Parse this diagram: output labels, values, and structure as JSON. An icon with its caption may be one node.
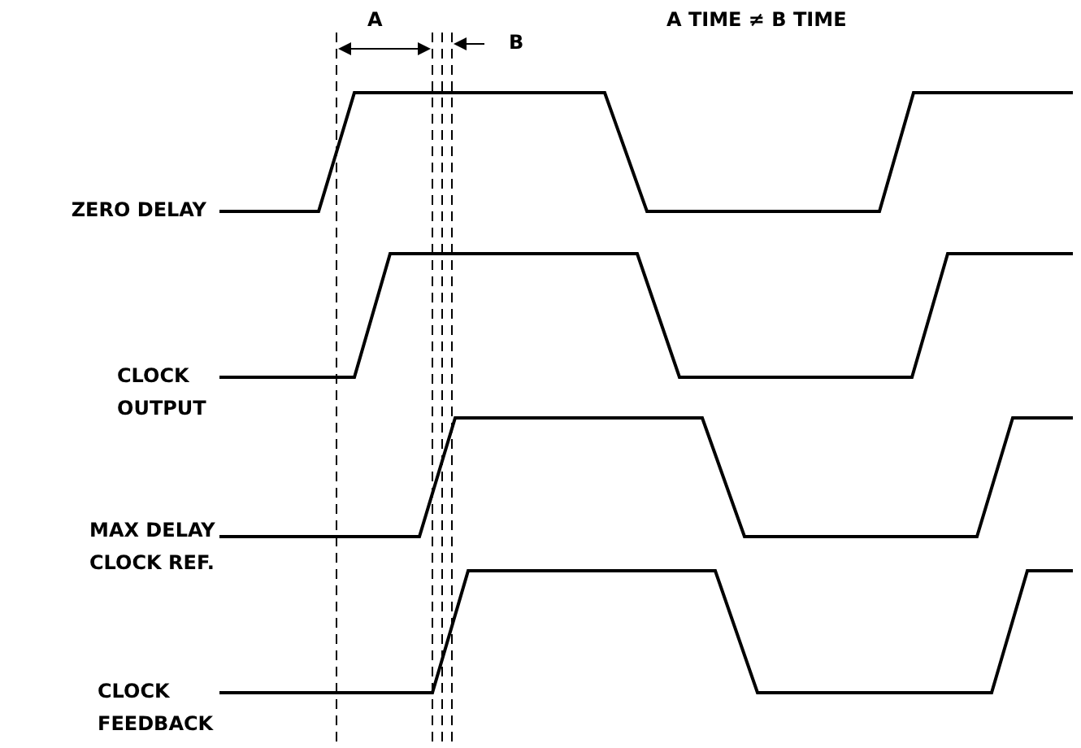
{
  "diagram": {
    "labels": [
      "A",
      "B",
      "A TIME ≠ B TIME",
      "ZERO DELAY",
      "CLOCK OUTPUT",
      "MAX DELAY CLOCK REF.",
      "CLOCK FEEDBACK"
    ]
  }
}
